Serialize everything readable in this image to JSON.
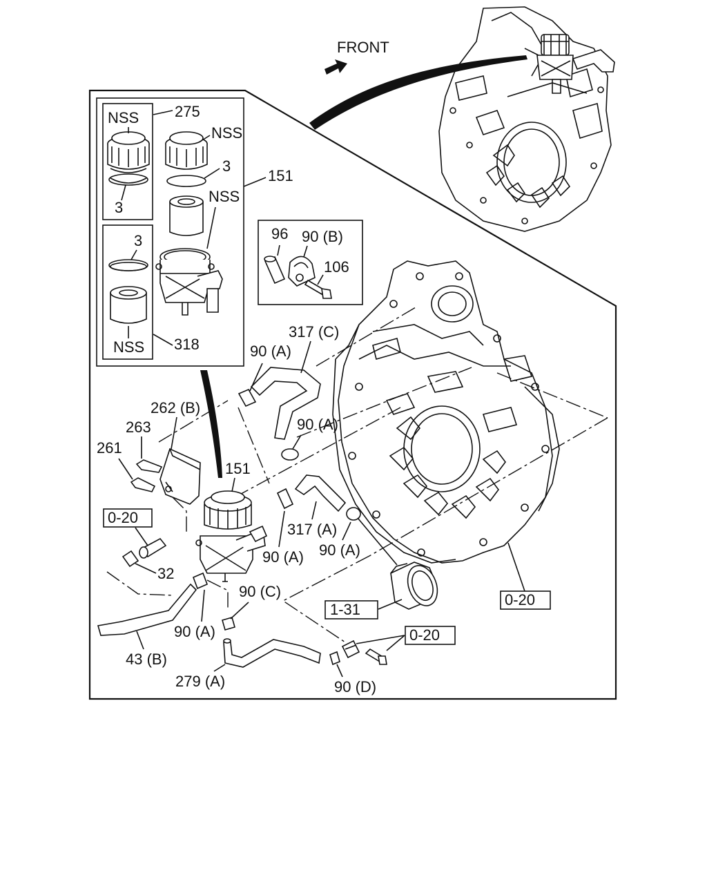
{
  "front_label": "FRONT",
  "labels": {
    "nss1": "NSS",
    "nss2": "NSS",
    "nss3": "NSS",
    "nss4": "NSS",
    "p275": "275",
    "p151_top": "151",
    "p151_main": "151",
    "p3_a": "3",
    "p3_b": "3",
    "p3_c": "3",
    "p318": "318",
    "p96": "96",
    "p90b": "90 (B)",
    "p106": "106",
    "p317c": "317 (C)",
    "p317a": "317 (A)",
    "p90a_1": "90 (A)",
    "p90a_2": "90 (A)",
    "p90a_3": "90 (A)",
    "p90a_4": "90 (A)",
    "p90a_5": "90 (A)",
    "p262b": "262 (B)",
    "p263": "263",
    "p261": "261",
    "ref020_a": "0-20",
    "ref020_b": "0-20",
    "ref020_c": "0-20",
    "p32": "32",
    "p90c": "90 (C)",
    "ref131": "1-31",
    "p43b": "43 (B)",
    "p279a": "279 (A)",
    "p90d": "90 (D)"
  }
}
